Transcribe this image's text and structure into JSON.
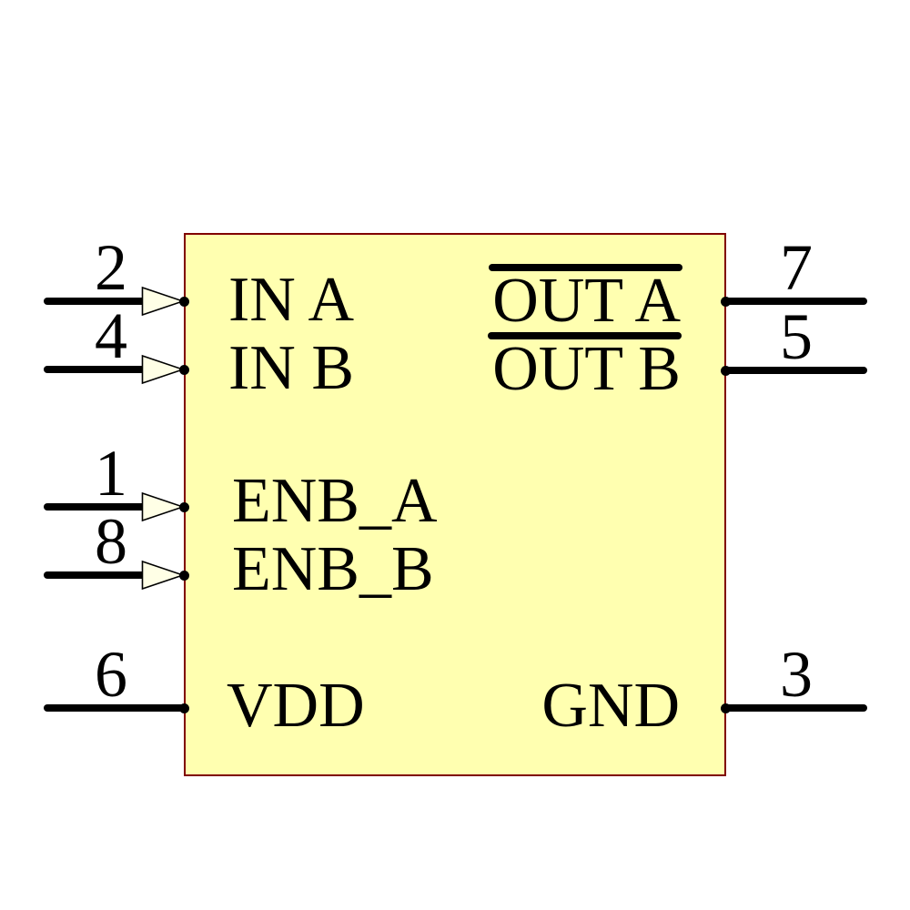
{
  "symbol": {
    "kind": "schematic-ic-symbol",
    "colors": {
      "body_fill": "#FFFFB0",
      "body_border": "#800000",
      "pin_line": "#000000",
      "text": "#000000",
      "arrow_fill": "#FFFFE6"
    },
    "pins": {
      "left": [
        {
          "number": "2",
          "name": "IN A",
          "decoration": "input-arrow-icon"
        },
        {
          "number": "4",
          "name": "IN B",
          "decoration": "input-arrow-icon"
        },
        {
          "number": "1",
          "name": "ENB_A",
          "decoration": "input-arrow-icon"
        },
        {
          "number": "8",
          "name": "ENB_B",
          "decoration": "input-arrow-icon"
        },
        {
          "number": "6",
          "name": "VDD",
          "decoration": "none"
        }
      ],
      "right": [
        {
          "number": "7",
          "name": "OUT A",
          "overbar": true
        },
        {
          "number": "5",
          "name": "OUT B",
          "overbar": true
        },
        {
          "number": "3",
          "name": "GND",
          "overbar": false
        }
      ]
    }
  }
}
